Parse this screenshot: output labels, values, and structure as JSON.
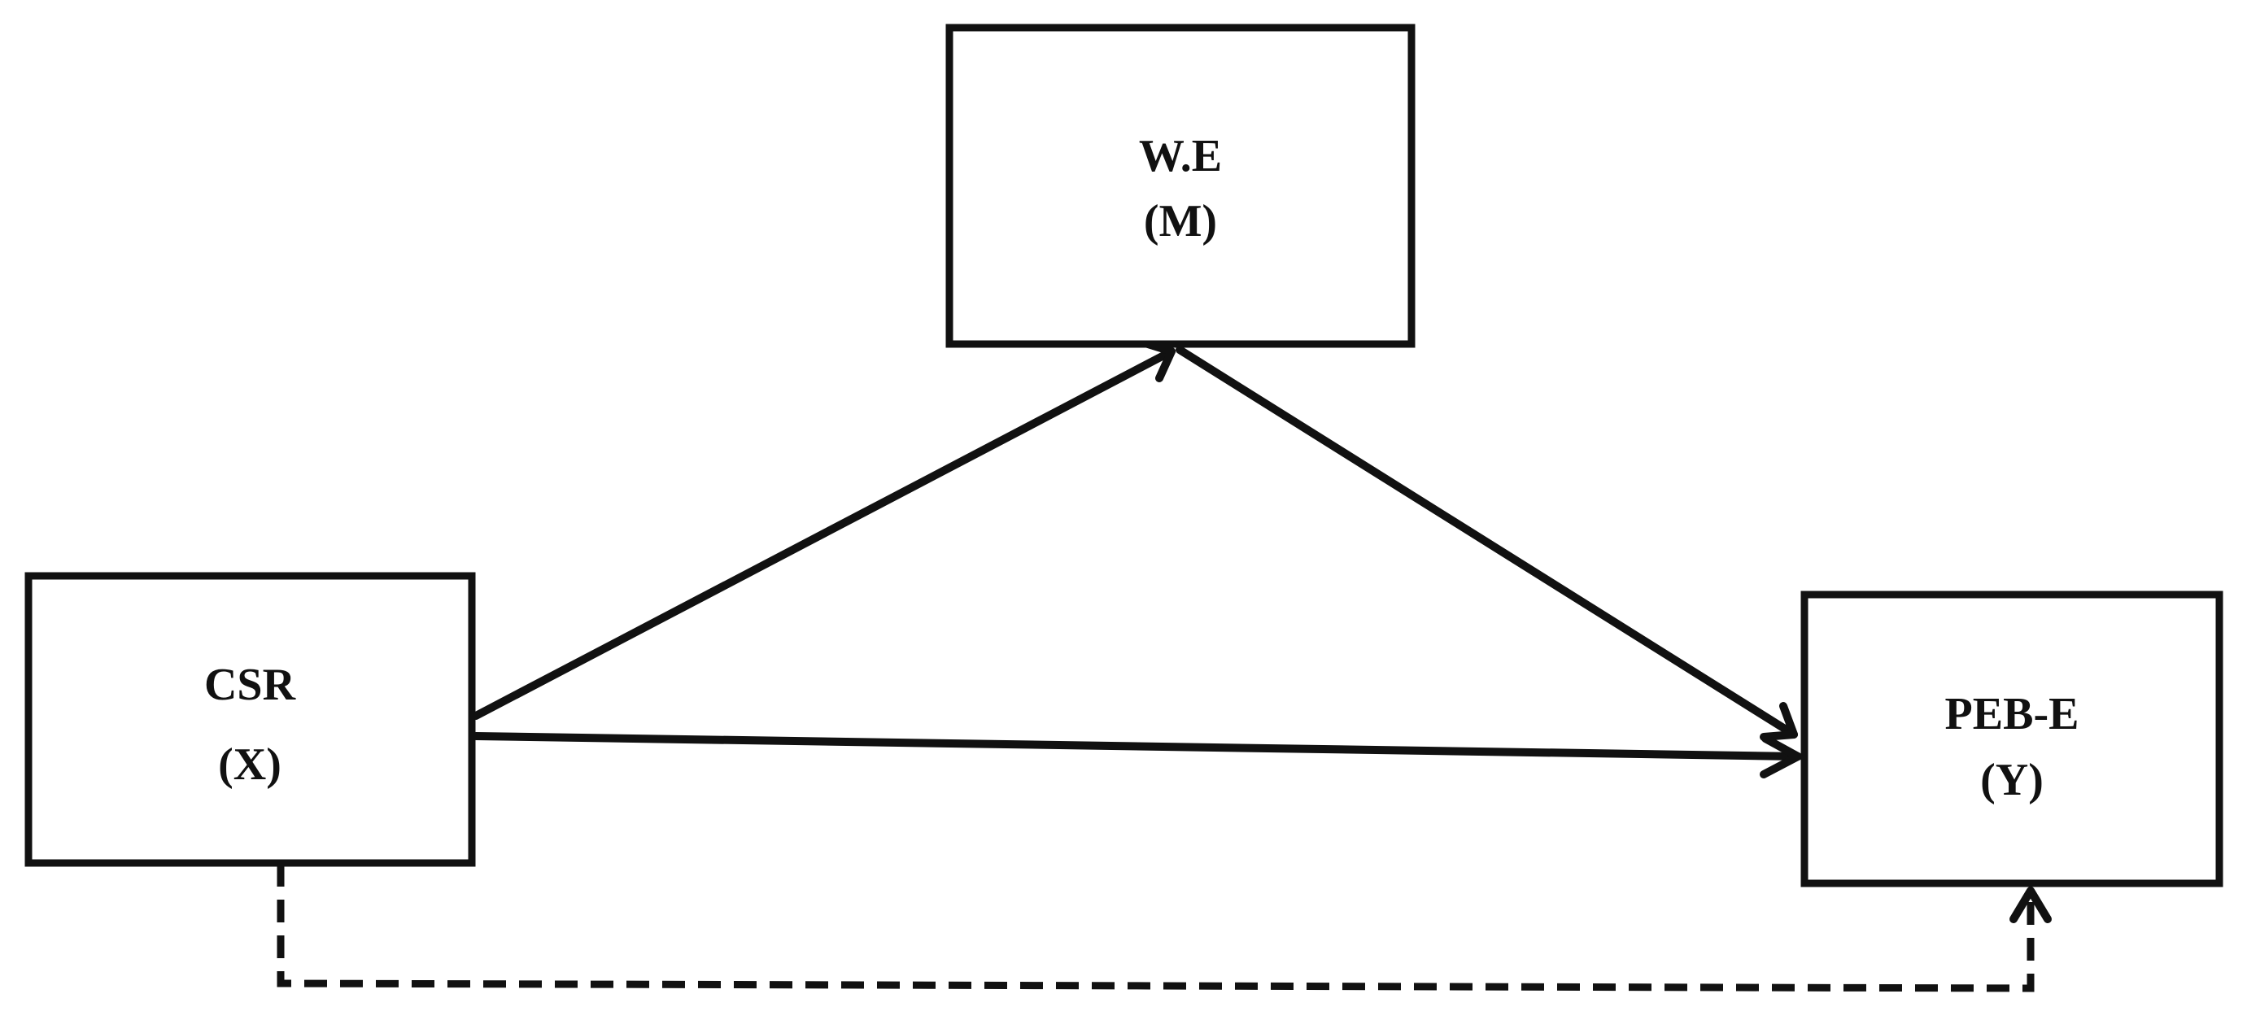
{
  "nodes": {
    "mediator": {
      "name": "W.E",
      "symbol": "(M)"
    },
    "independent": {
      "name": "CSR",
      "symbol": "(X)"
    },
    "dependent": {
      "name": "PEB-E",
      "symbol": "(Y)"
    }
  },
  "edges": [
    {
      "from": "independent",
      "to": "mediator",
      "style": "solid"
    },
    {
      "from": "mediator",
      "to": "dependent",
      "style": "solid"
    },
    {
      "from": "independent",
      "to": "dependent",
      "style": "solid"
    },
    {
      "from": "independent",
      "to": "dependent",
      "style": "dashed"
    }
  ],
  "colors": {
    "stroke": "#111111",
    "background": "#ffffff"
  }
}
